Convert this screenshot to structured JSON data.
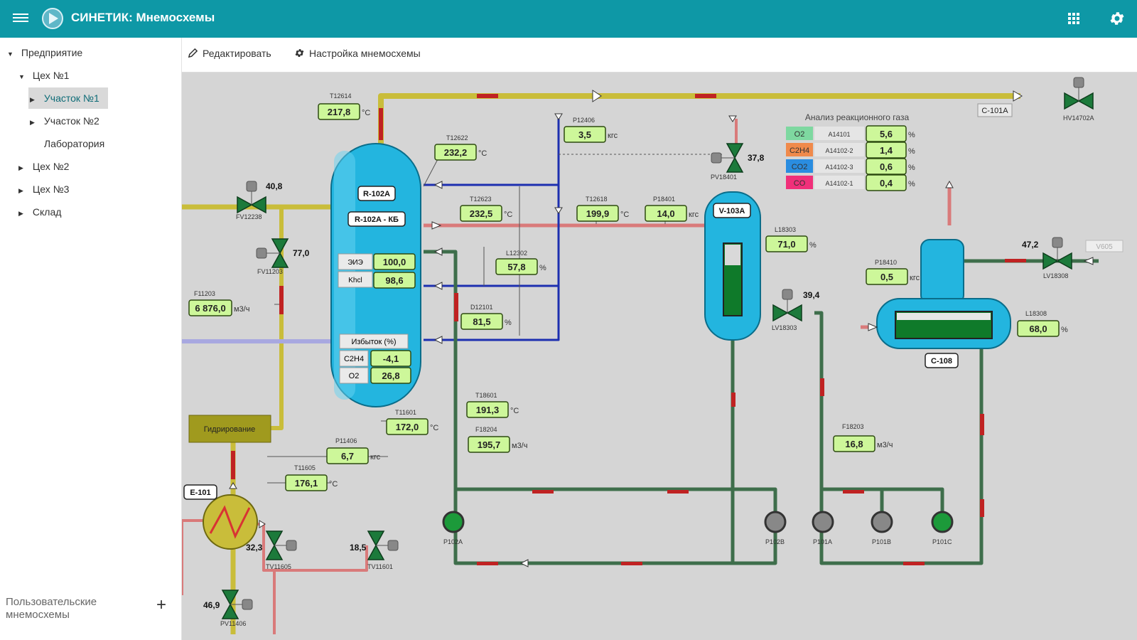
{
  "app": {
    "title": "СИНЕТИК: Мнемосхемы"
  },
  "sidebar": {
    "items": [
      {
        "label": "Предприятие",
        "arrow": "▼"
      },
      {
        "label": "Цех №1",
        "arrow": "▼"
      },
      {
        "label": "Участок №1",
        "arrow": "▶"
      },
      {
        "label": "Участок №2",
        "arrow": "▶"
      },
      {
        "label": "Лаборатория",
        "arrow": ""
      },
      {
        "label": "Цех №2",
        "arrow": "▶"
      },
      {
        "label": "Цех №3",
        "arrow": "▶"
      },
      {
        "label": "Склад",
        "arrow": "▶"
      }
    ],
    "user_schemes_label": "Пользовательские мнемосхемы",
    "add_label": "+"
  },
  "toolbar": {
    "edit_label": "Редактировать",
    "settings_label": "Настройка мнемосхемы"
  },
  "diagram": {
    "colors": {
      "background": "#d5d5d5",
      "yellow_pipe": "#c9bd3a",
      "red_pipe": "#d97a7a",
      "green_pipe": "#3e6e4b",
      "blue_pipe": "#1d2fb0",
      "lavender_pipe": "#a8a8e0",
      "vessel": "#23b5df",
      "value_box": "#cdf79a",
      "valve": "#1c7a3b"
    },
    "equipment": {
      "r102a": "R-102A",
      "r102a_kb": "R-102A - КБ",
      "v103a": "V-103A",
      "c108": "C-108",
      "e101": "E-101",
      "c101a": "C-101A",
      "hydro": "Гидрирование"
    },
    "tags": {
      "t12614": "T12614",
      "t12622": "T12622",
      "t12623": "T12623",
      "t12618": "T12618",
      "p12406": "P12406",
      "p18401": "P18401",
      "l12302": "L12302",
      "d12101": "D12101",
      "f11203": "F11203",
      "l18303": "L18303",
      "p18410": "P18410",
      "l18308": "L18308",
      "t18601": "T18601",
      "f18204": "F18204",
      "t11601": "T11601",
      "p11406": "P11406",
      "t11605": "T11605",
      "f18203": "F18203",
      "fv12238": "FV12238",
      "fv11203": "FV11203",
      "pv18401": "PV18401",
      "lv18303": "LV18303",
      "lv18308": "LV18308",
      "hv14702a": "HV14702A",
      "tv11605": "TV11605",
      "tv11601": "TV11601",
      "pv11406": "PV11406",
      "p102a": "P102A",
      "p102b": "P102B",
      "p101a": "P101A",
      "p101b": "P101B",
      "p101c": "P101C",
      "v605": "V605"
    },
    "values": {
      "t12614": "217,8",
      "t12622": "232,2",
      "t12623": "232,5",
      "t12618": "199,9",
      "p12406": "3,5",
      "p18401": "14,0",
      "l12302": "57,8",
      "d12101": "81,5",
      "f11203": "6 876,0",
      "l18303": "71,0",
      "p18410": "0,5",
      "l18308": "68,0",
      "t18601": "191,3",
      "f18204": "195,7",
      "t11601": "172,0",
      "p11406": "6,7",
      "t11605": "176,1",
      "f18203": "16,8",
      "eiz": "100,0",
      "khcl": "98,6",
      "ex_c2h4": "-4,1",
      "ex_o2": "26,8",
      "fv12238": "40,8",
      "fv11203": "77,0",
      "pv18401": "37,8",
      "lv18303": "39,4",
      "lv18308": "47,2",
      "tv11605": "32,3",
      "tv11601": "18,5",
      "pv11406": "46,9"
    },
    "units": {
      "c": "°C",
      "kgs": "кгс",
      "pct": "%",
      "m3h": "м3/ч"
    },
    "reactor_labels": {
      "eiz": "ЭИЭ",
      "khcl": "Khcl",
      "excess_title": "Избыток (%)",
      "c2h4": "C2H4",
      "o2": "O2"
    },
    "gas_analysis": {
      "title": "Анализ реакционного газа",
      "rows": [
        {
          "gas": "O2",
          "tag": "A14101",
          "value": "5,6",
          "unit": "%",
          "color": "#7ed8a0"
        },
        {
          "gas": "C2H4",
          "tag": "A14102-2",
          "value": "1,4",
          "unit": "%",
          "color": "#f08a4b"
        },
        {
          "gas": "CO2",
          "tag": "A14102-3",
          "value": "0,6",
          "unit": "%",
          "color": "#2a8de0"
        },
        {
          "gas": "CO",
          "tag": "A14102-1",
          "value": "0,4",
          "unit": "%",
          "color": "#f0307a"
        }
      ]
    },
    "levels": {
      "v103a": 0.7
    }
  }
}
